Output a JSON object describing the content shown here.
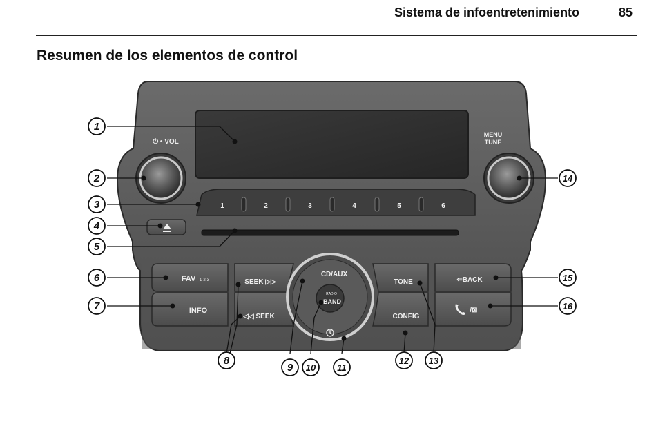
{
  "header": {
    "title": "Sistema de infoentretenimiento",
    "page_number": "85"
  },
  "section_title": "Resumen de los elementos de control",
  "panel": {
    "power_vol_label": "⏻ • VOL",
    "menu_label_line1": "MENU",
    "menu_label_line2": "TUNE",
    "presets": [
      "1",
      "2",
      "3",
      "4",
      "5",
      "6"
    ],
    "eject_icon": "eject-icon",
    "buttons": {
      "fav": "FAV",
      "fav_sub": "1-2-3",
      "info": "INFO",
      "seek_fwd": "SEEK ▷▷",
      "seek_back": "◁◁ SEEK",
      "cd_aux": "CD/AUX",
      "radio_small": "RADIO",
      "band": "BAND",
      "clock_icon": "clock-icon",
      "tone": "TONE",
      "config": "CONFIG",
      "back": "⇐BACK",
      "phone_icon": "phone-mute-icon",
      "phone_sym": "/⊠"
    }
  },
  "callouts": [
    "1",
    "2",
    "3",
    "4",
    "5",
    "6",
    "7",
    "8",
    "9",
    "10",
    "11",
    "12",
    "13",
    "14",
    "15",
    "16"
  ]
}
